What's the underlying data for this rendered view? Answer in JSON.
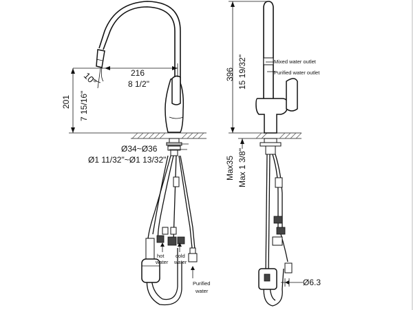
{
  "front_view": {
    "angle": "10°",
    "reach_mm": "216",
    "reach_in": "8 1/2\"",
    "height_mm": "201",
    "height_in": "7 15/16\"",
    "hole_mm": "Ø34~Ø36",
    "hole_in": "Ø1 11/32\"~Ø1 13/32\"",
    "hot_water": [
      "hot",
      "water"
    ],
    "cold_water": [
      "cold",
      "water"
    ],
    "purified_water": [
      "Purified",
      "water"
    ]
  },
  "side_view": {
    "height_mm": "396",
    "height_in": "15 19/32\"",
    "mixed_outlet": "Mixed water outlet",
    "purified_outlet": "Purified water outlet",
    "max_mm": "Max35",
    "max_in": "Max 1 3/8\"",
    "hose_dia": "Ø6.3"
  },
  "colors": {
    "line": "#111111",
    "hatch": "#555555"
  }
}
